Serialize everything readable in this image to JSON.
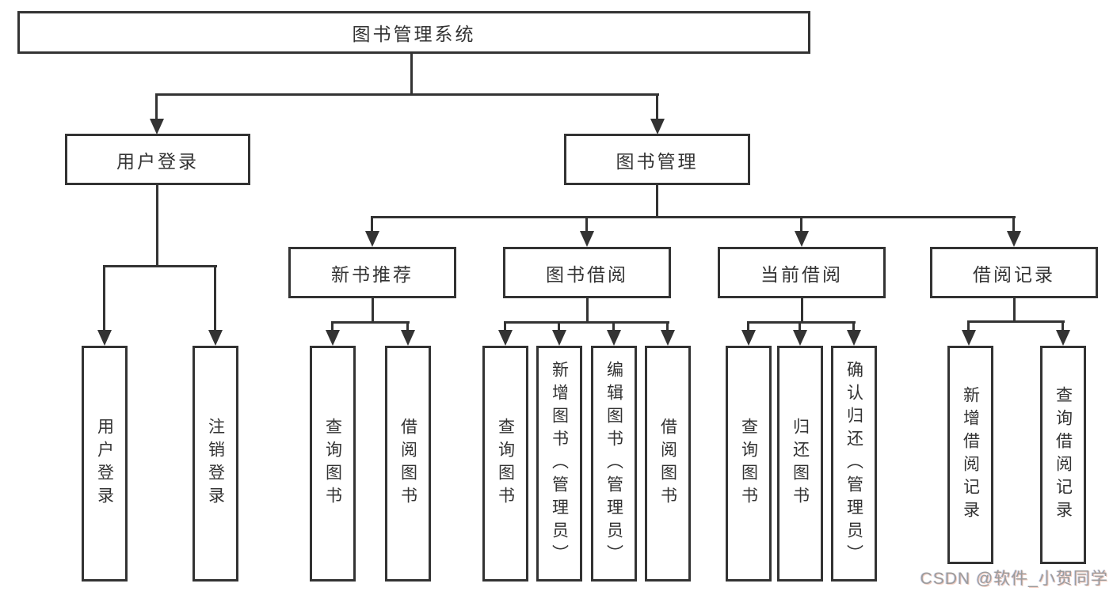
{
  "nodes": {
    "library_system": "图书管理系统",
    "user_login": "用户登录",
    "book_management": "图书管理",
    "new_book_recommend": "新书推荐",
    "book_borrowing": "图书借阅",
    "current_borrowing": "当前借阅",
    "borrowing_records": "借阅记录",
    "leaf_user_login": "用户登录",
    "leaf_logout": "注销登录",
    "leaf_query_books_recommend": "查询图书",
    "leaf_borrow_books_recommend": "借阅图书",
    "leaf_query_books_borrowing": "查询图书",
    "leaf_add_book_admin": "新增图书（管理员）",
    "leaf_edit_book_admin": "编辑图书（管理员）",
    "leaf_borrow_books_borrowing": "借阅图书",
    "leaf_query_books_current": "查询图书",
    "leaf_return_book": "归还图书",
    "leaf_confirm_return_admin": "确认归还（管理员）",
    "leaf_add_borrow_record": "新增借阅记录",
    "leaf_query_borrow_record": "查询借阅记录"
  },
  "watermark": "CSDN @软件_小贺同学",
  "colors": {
    "line": "#333333",
    "text": "#333333",
    "watermark": "#9c9c9c",
    "background": "#ffffff"
  }
}
